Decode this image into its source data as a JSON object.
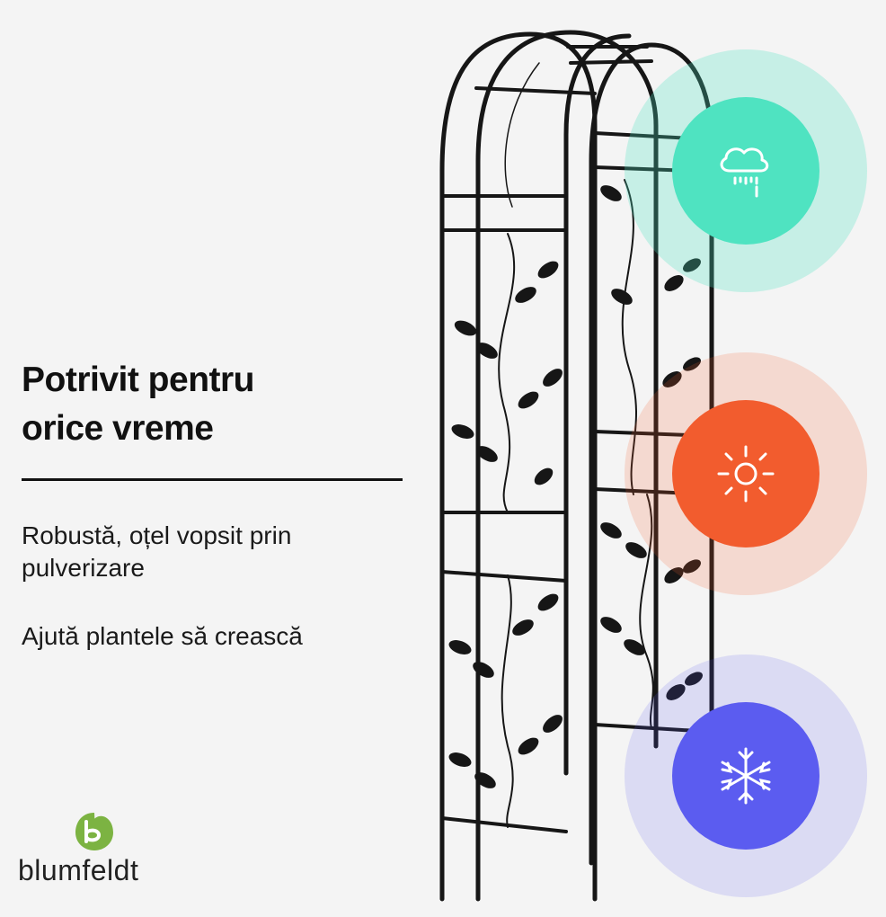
{
  "headline": {
    "line1": "Potrivit pentru",
    "line2": "orice vreme"
  },
  "features": [
    "Robustă, oțel vopsit prin pulverizare",
    "Ajută plantele să crească"
  ],
  "badges": [
    {
      "icon": "rain-cloud-icon",
      "color": "#4fe3c1",
      "halo": "#c9f2e6"
    },
    {
      "icon": "sun-icon",
      "color": "#f25c2e",
      "halo": "#f3d9cf"
    },
    {
      "icon": "snowflake-icon",
      "color": "#5b5cf0",
      "halo": "#dcdcf7"
    }
  ],
  "brand": {
    "name": "blumfeldt",
    "logo_color": "#7cb342"
  }
}
